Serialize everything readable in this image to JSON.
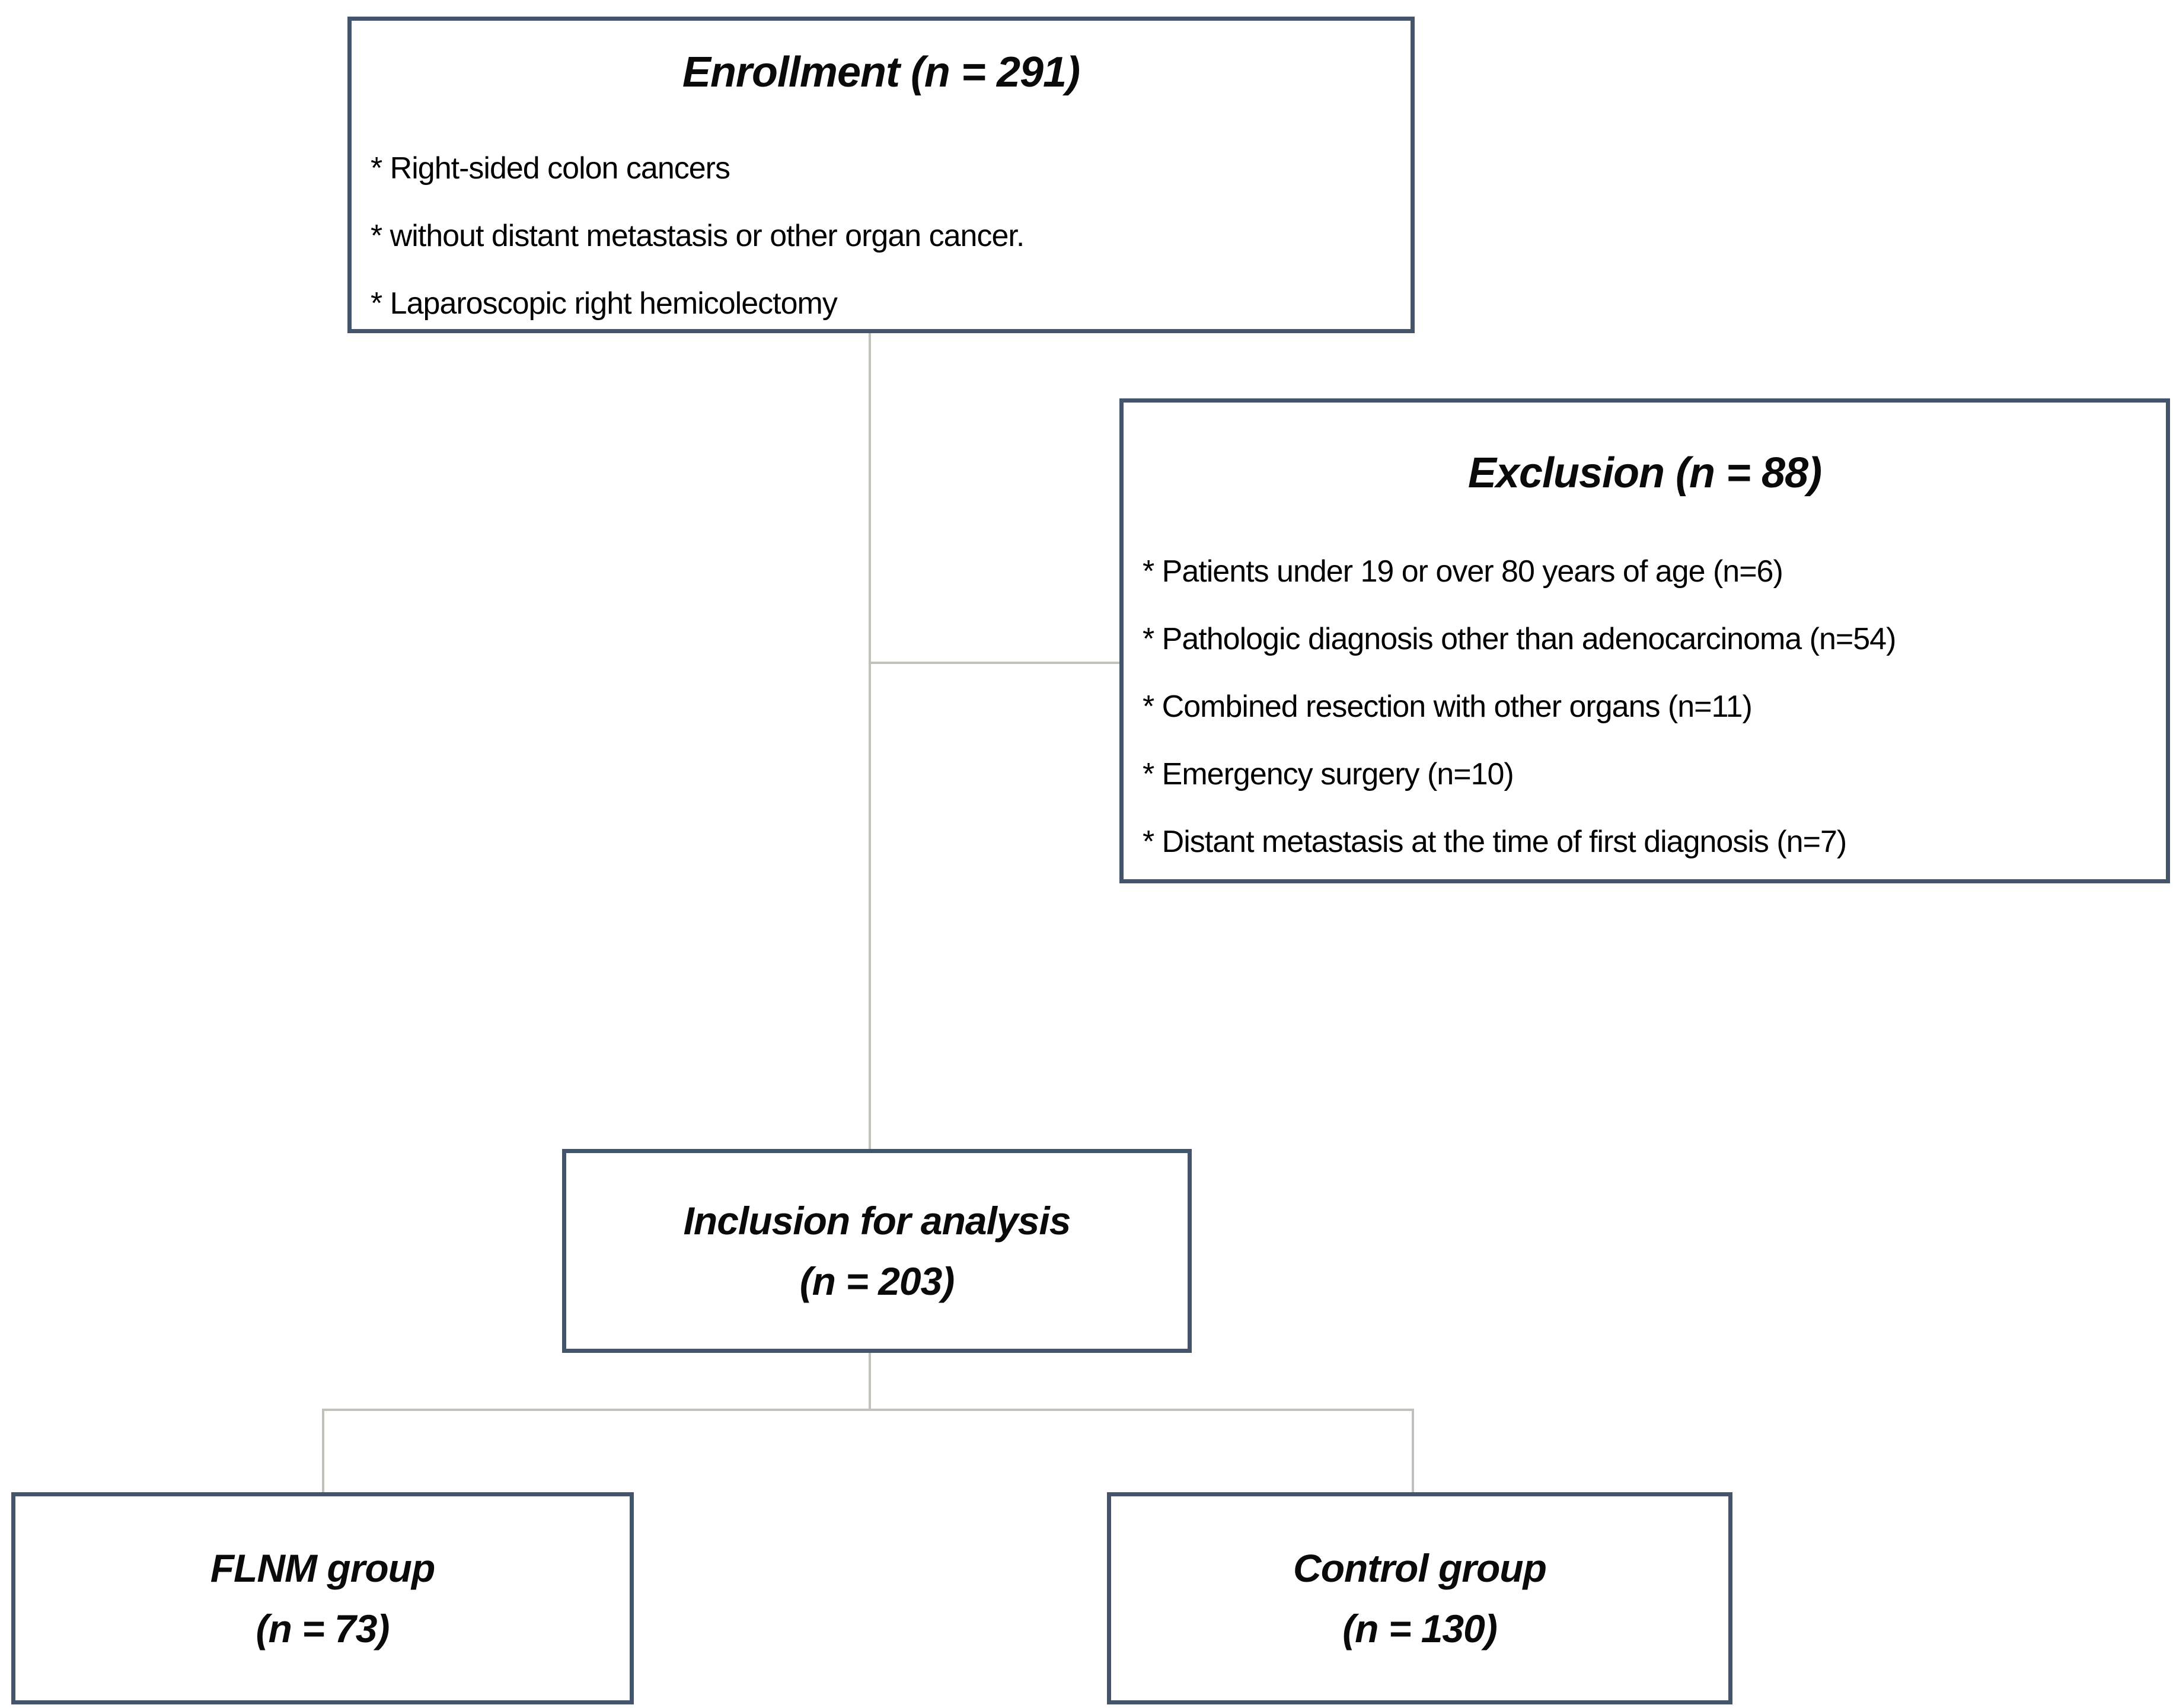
{
  "diagram": {
    "enrollment": {
      "title": "Enrollment (n = 291)",
      "items": [
        "* Right-sided colon cancers",
        "* without distant metastasis or other organ cancer.",
        "* Laparoscopic right hemicolectomy"
      ]
    },
    "exclusion": {
      "title": "Exclusion (n = 88)",
      "items": [
        "* Patients under 19 or over 80 years of age (n=6)",
        "* Pathologic diagnosis other than adenocarcinoma (n=54)",
        "* Combined resection with other organs (n=11)",
        "* Emergency surgery (n=10)",
        "* Distant metastasis at the time of first diagnosis (n=7)"
      ]
    },
    "inclusion": {
      "line1": "Inclusion for analysis",
      "line2": "(n = 203)"
    },
    "flnm_group": {
      "line1": "FLNM group",
      "line2": "(n = 73)"
    },
    "control_group": {
      "line1": "Control group",
      "line2": "(n = 130)"
    },
    "colors": {
      "box_border": "#44546a",
      "connector_line": "#c4c0ba",
      "text": "#121212",
      "background": "#ffffff"
    }
  }
}
